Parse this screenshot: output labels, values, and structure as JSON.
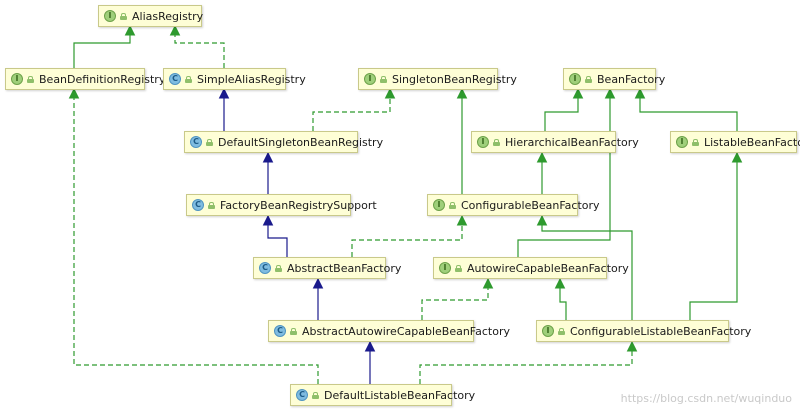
{
  "nodes": {
    "alias_registry": {
      "label": "AliasRegistry",
      "kind": "I"
    },
    "bean_definition_registry": {
      "label": "BeanDefinitionRegistry",
      "kind": "I"
    },
    "simple_alias_registry": {
      "label": "SimpleAliasRegistry",
      "kind": "C"
    },
    "singleton_bean_registry": {
      "label": "SingletonBeanRegistry",
      "kind": "I"
    },
    "bean_factory": {
      "label": "BeanFactory",
      "kind": "I"
    },
    "default_singleton_bean_registry": {
      "label": "DefaultSingletonBeanRegistry",
      "kind": "C"
    },
    "hierarchical_bean_factory": {
      "label": "HierarchicalBeanFactory",
      "kind": "I"
    },
    "listable_bean_factory": {
      "label": "ListableBeanFactory",
      "kind": "I"
    },
    "factory_bean_registry_support": {
      "label": "FactoryBeanRegistrySupport",
      "kind": "C"
    },
    "configurable_bean_factory": {
      "label": "ConfigurableBeanFactory",
      "kind": "I"
    },
    "abstract_bean_factory": {
      "label": "AbstractBeanFactory",
      "kind": "C"
    },
    "autowire_capable_bean_factory": {
      "label": "AutowireCapableBeanFactory",
      "kind": "I"
    },
    "abstract_autowire_capable_bean_factory": {
      "label": "AbstractAutowireCapableBeanFactory",
      "kind": "C"
    },
    "configurable_listable_bean_factory": {
      "label": "ConfigurableListableBeanFactory",
      "kind": "I"
    },
    "default_listable_bean_factory": {
      "label": "DefaultListableBeanFactory",
      "kind": "C"
    }
  },
  "legend": {
    "interface_badge": "I",
    "class_badge": "C"
  },
  "colors": {
    "extends_class": "#1a1a8c",
    "extends_interface": "#2e9a2e",
    "implements": "#2e9a2e",
    "node_fill": "#fefed6",
    "node_border": "#c9c98a"
  },
  "watermark": "https://blog.csdn.net/wuqinduo"
}
